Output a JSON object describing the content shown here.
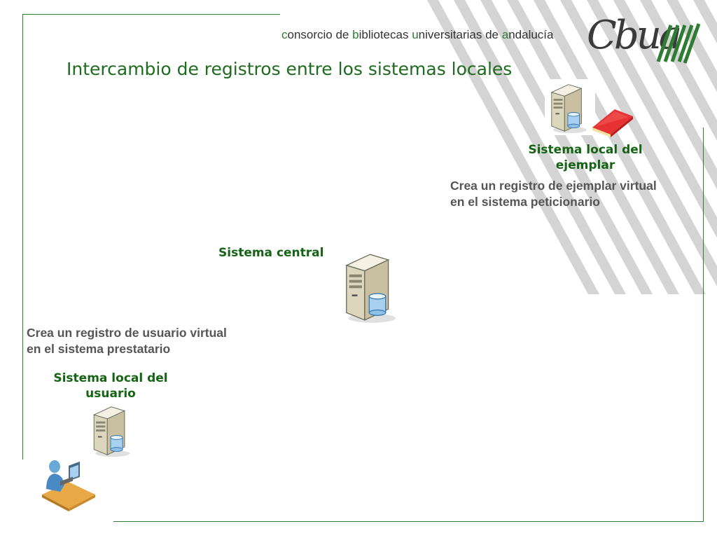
{
  "header": {
    "org_c": "c",
    "org_rest1": "onsorcio de ",
    "org_b": "b",
    "org_rest2": "ibliotecas ",
    "org_u": "u",
    "org_rest3": "niversitarias de ",
    "org_a": "a",
    "org_rest4": "ndalucía",
    "logo_text": "Cbua"
  },
  "slide": {
    "title": "Intercambio de registros entre los sistemas locales"
  },
  "nodes": {
    "item_system": {
      "label_line1": "Sistema local  del",
      "label_line2": "ejemplar",
      "description_line1": "Crea un registro de ejemplar virtual",
      "description_line2": "en el sistema peticionario"
    },
    "central_system": {
      "label": "Sistema central"
    },
    "user_system": {
      "description_line1": "Crea un registro de usuario virtual",
      "description_line2": "en el sistema prestatario",
      "label_line1": "Sistema local del",
      "label_line2": "usuario"
    }
  },
  "icons": {
    "server": "server-icon",
    "book": "book-icon",
    "user": "user-at-computer-icon"
  },
  "colors": {
    "accent_green": "#2e7d32",
    "label_green": "#146414",
    "stripe_gray": "#cfcfcf",
    "book_red": "#d32222"
  }
}
